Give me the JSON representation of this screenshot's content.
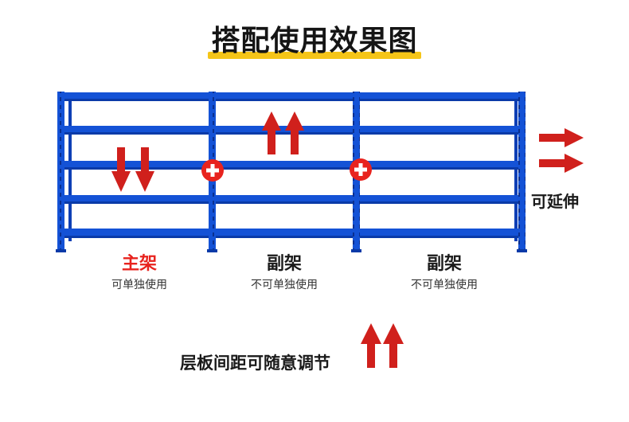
{
  "title": "搭配使用效果图",
  "colors": {
    "rack_blue": "#1452d6",
    "rack_dark": "#0a3aa8",
    "arrow_red": "#d0201c",
    "accent_yellow": "#f5c518"
  },
  "sections": [
    {
      "label": "主架",
      "sub": "可单独使用",
      "label_color": "#e8231e"
    },
    {
      "label": "副架",
      "sub": "不可单独使用",
      "label_color": "#1a1a1a"
    },
    {
      "label": "副架",
      "sub": "不可单独使用",
      "label_color": "#1a1a1a"
    }
  ],
  "extend_label": "可延伸",
  "bottom_text": "层板间距可随意调节",
  "icons": [
    "down-arrow-icon",
    "up-arrow-icon",
    "right-arrow-icon",
    "plus-connector-icon"
  ]
}
